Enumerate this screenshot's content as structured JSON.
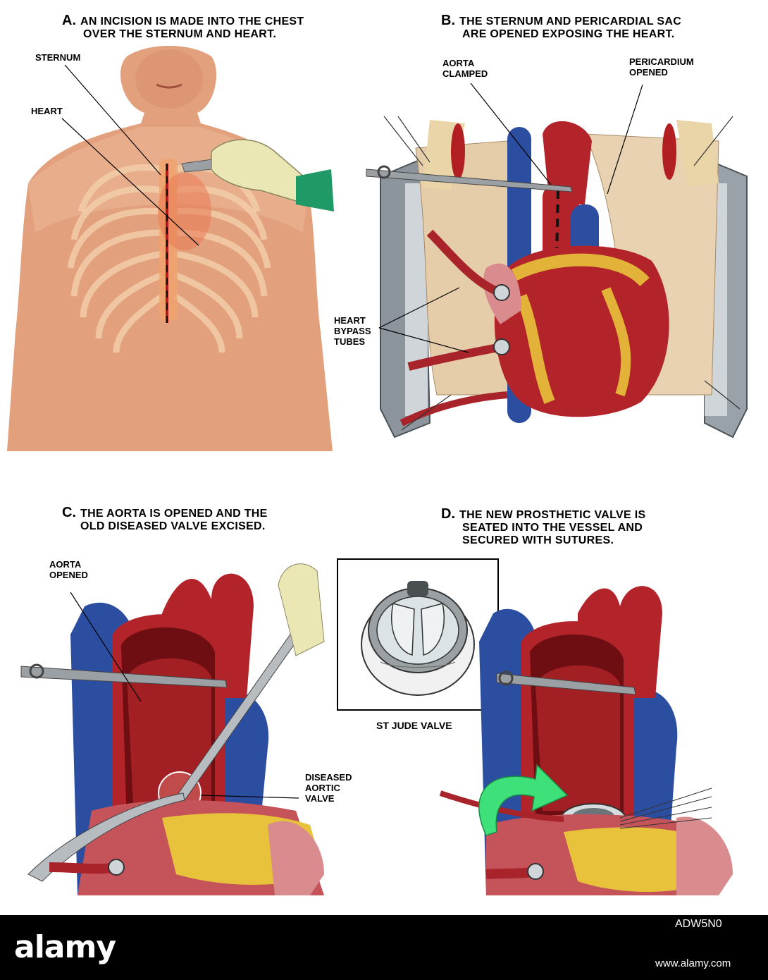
{
  "panels": {
    "a": {
      "letter": "A.",
      "line1": "AN INCISION IS MADE INTO THE CHEST",
      "line2": "OVER THE STERNUM AND HEART.",
      "labels": {
        "sternum": "STERNUM",
        "heart": "HEART"
      }
    },
    "b": {
      "letter": "B.",
      "line1": "THE STERNUM AND PERICARDIAL SAC",
      "line2": "ARE OPENED EXPOSING THE HEART.",
      "labels": {
        "aorta_clamped": "AORTA\nCLAMPED",
        "pericardium_opened": "PERICARDIUM\nOPENED",
        "bypass_tubes": "HEART\nBYPASS\nTUBES"
      }
    },
    "c": {
      "letter": "C.",
      "line1": "THE AORTA IS OPENED AND THE",
      "line2": "OLD DISEASED VALVE EXCISED.",
      "labels": {
        "aorta_opened": "AORTA\nOPENED",
        "diseased_valve": "DISEASED\nAORTIC\nVALVE"
      }
    },
    "valve": {
      "label": "ST JUDE VALVE"
    },
    "d": {
      "letter": "D.",
      "line1": "THE NEW PROSTHETIC VALVE IS",
      "line2": "SEATED INTO THE VESSEL AND",
      "line3": "SECURED WITH SUTURES."
    }
  },
  "footer": {
    "wordmark": "alamy",
    "image_id": "ADW5N0",
    "site": "www.alamy.com"
  },
  "colors": {
    "skin": "#e8a883",
    "heart_red": "#b3242a",
    "vein_blue": "#2c4ea0",
    "fat_yellow": "#e8c23a",
    "pericardium": "#e9d3b0",
    "arrow_green": "#3ee07a"
  }
}
